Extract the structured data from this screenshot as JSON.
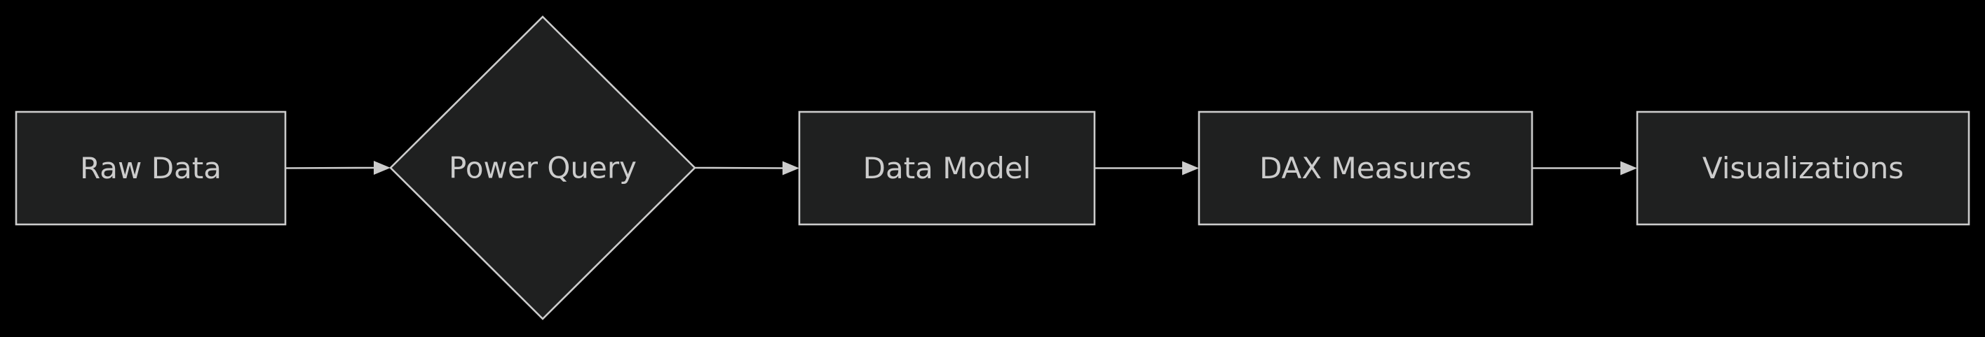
{
  "diagram": {
    "colors": {
      "background": "#000000",
      "node_fill": "#1f2020",
      "node_stroke": "#cccccc",
      "text": "#cccccc",
      "edge": "#cccccc"
    },
    "nodes": [
      {
        "id": "raw-data",
        "shape": "rectangle",
        "label": "Raw Data"
      },
      {
        "id": "power-query",
        "shape": "diamond",
        "label": "Power Query"
      },
      {
        "id": "data-model",
        "shape": "rectangle",
        "label": "Data Model"
      },
      {
        "id": "dax-measures",
        "shape": "rectangle",
        "label": "DAX Measures"
      },
      {
        "id": "visualizations",
        "shape": "rectangle",
        "label": "Visualizations"
      }
    ],
    "edges": [
      {
        "from": "raw-data",
        "to": "power-query"
      },
      {
        "from": "power-query",
        "to": "data-model"
      },
      {
        "from": "data-model",
        "to": "dax-measures"
      },
      {
        "from": "dax-measures",
        "to": "visualizations"
      }
    ]
  }
}
